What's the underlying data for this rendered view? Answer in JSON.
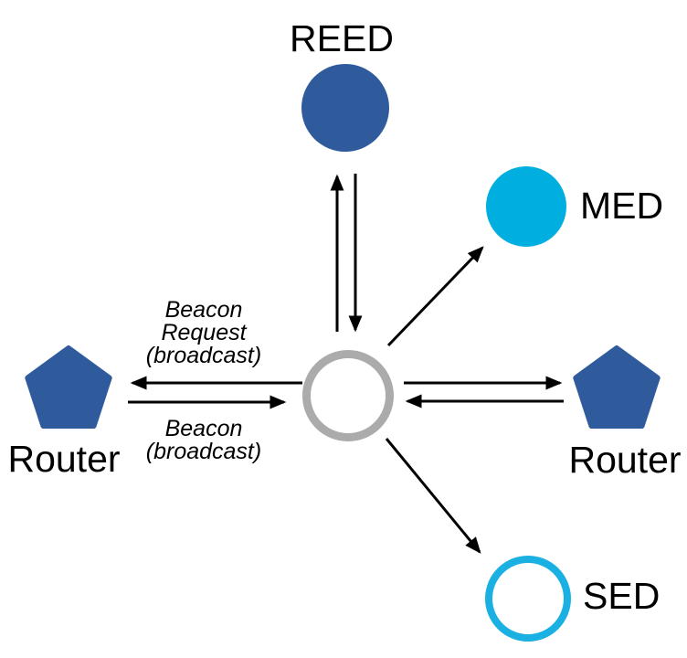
{
  "diagram": {
    "kind": "network-topology",
    "colors": {
      "node_blue": "#2F5B9D",
      "node_cyan": "#00AEDF",
      "sed_outline_cyan": "#1AB0E2",
      "center_outline_gray": "#ABABAB",
      "arrow_black": "#000000",
      "background": "#FFFFFF"
    },
    "nodes": {
      "reed": {
        "label": "REED",
        "shape": "circle-filled"
      },
      "med": {
        "label": "MED",
        "shape": "circle-filled"
      },
      "sed": {
        "label": "SED",
        "shape": "circle-outline"
      },
      "router_left": {
        "label": "Router",
        "shape": "pentagon-filled"
      },
      "router_right": {
        "label": "Router",
        "shape": "pentagon-filled"
      },
      "center": {
        "shape": "circle-outline"
      }
    },
    "edge_labels": {
      "beacon_request": {
        "lines": [
          "Beacon",
          "Request",
          "(broadcast)"
        ]
      },
      "beacon": {
        "lines": [
          "Beacon",
          "(broadcast)"
        ]
      }
    }
  }
}
